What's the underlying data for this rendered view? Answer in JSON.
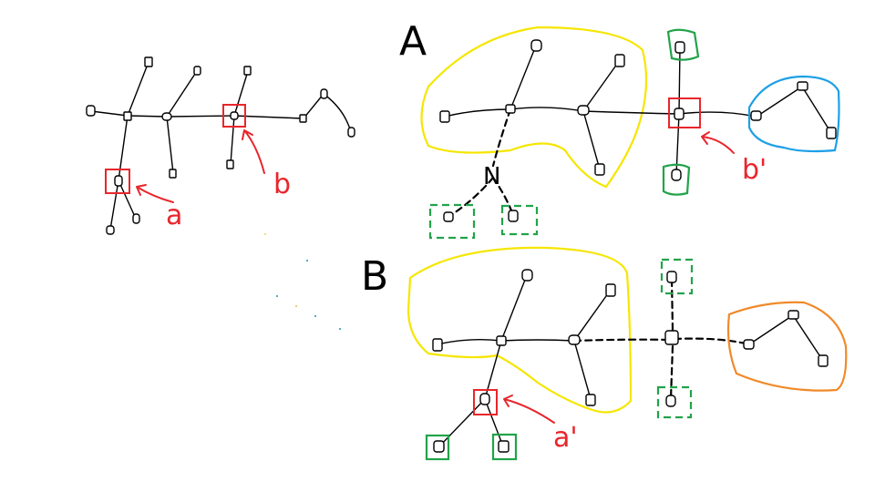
{
  "labels": {
    "top_left_a": "a",
    "top_left_b": "b",
    "diagram_A": "A",
    "diagram_B": "B",
    "A_b_prime": "b'",
    "B_a_prime": "a'",
    "A_split_node": "N"
  },
  "colors": {
    "highlight_red": "#e8262c",
    "group_yellow": "#f5e600",
    "group_green": "#22a34a",
    "group_blue": "#1ea0e6",
    "group_orange": "#f08a2a",
    "ink": "#000000"
  }
}
